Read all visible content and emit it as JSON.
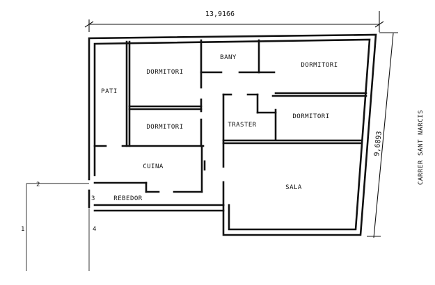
{
  "dimensions": {
    "width": "13,9166",
    "depth": "9,6893"
  },
  "rooms": {
    "dormitori_1": "DORMITORI",
    "bany": "BANY",
    "dormitori_2": "DORMITORI",
    "pati": "PATI",
    "dormitori_3": "DORMITORI",
    "traster": "TRASTER",
    "dormitori_4": "DORMITORI",
    "cuina": "CUINA",
    "sala": "SALA",
    "rebedor": "REBEDOR"
  },
  "street": "CARRER SANT NARCIS",
  "markers": [
    "1",
    "2",
    "3",
    "4"
  ],
  "colors": {
    "ink": "#111111",
    "paper": "#ffffff"
  }
}
